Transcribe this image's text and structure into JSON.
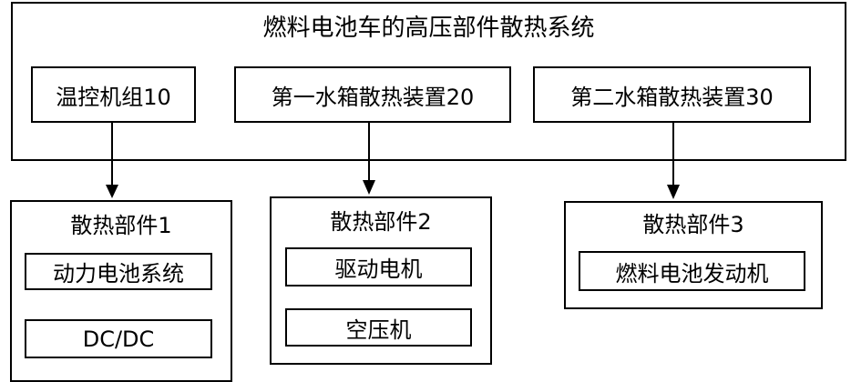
{
  "system": {
    "title": "燃料电池车的高压部件散热系统",
    "units": [
      {
        "label": "温控机组10"
      },
      {
        "label": "第一水箱散热装置20"
      },
      {
        "label": "第二水箱散热装置30"
      }
    ]
  },
  "components": [
    {
      "title": "散热部件1",
      "items": [
        "动力电池系统",
        "DC/DC"
      ]
    },
    {
      "title": "散热部件2",
      "items": [
        "驱动电机",
        "空压机"
      ]
    },
    {
      "title": "散热部件3",
      "items": [
        "燃料电池发动机"
      ]
    }
  ]
}
